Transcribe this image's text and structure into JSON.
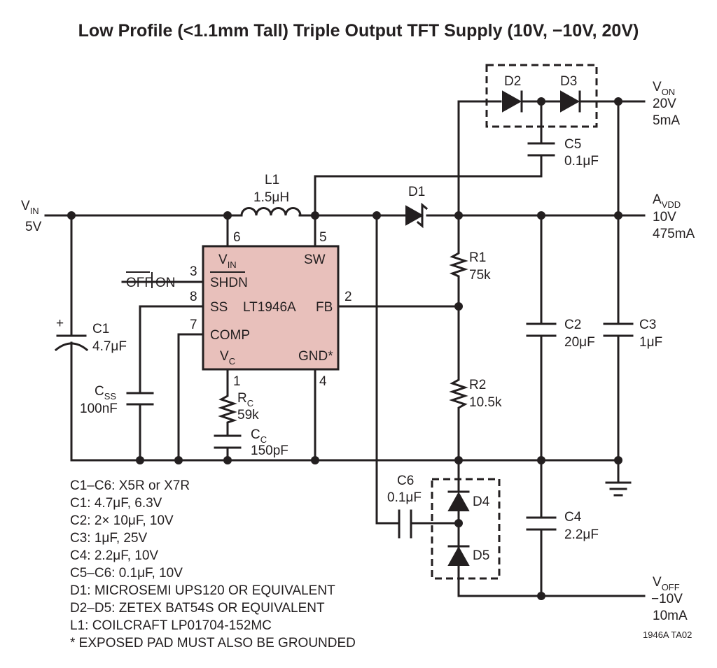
{
  "title": "Low Profile (<1.1mm Tall) Triple Output TFT Supply (10V, −10V, 20V)",
  "ic": {
    "name": "LT1946A",
    "pins": {
      "vin": {
        "label": "V",
        "sub": "IN",
        "num": "6"
      },
      "sw": {
        "label": "SW",
        "num": "5"
      },
      "shdn": {
        "label": "SHDN",
        "num": "3"
      },
      "ss": {
        "label": "SS",
        "num": "8"
      },
      "fb": {
        "label": "FB",
        "num": "2"
      },
      "comp": {
        "label": "COMP",
        "num": "7"
      },
      "vc": {
        "label": "V",
        "sub": "C",
        "num": "1"
      },
      "gnd": {
        "label": "GND*",
        "num": "4"
      }
    }
  },
  "off_on": {
    "off": "OFF",
    "on": "ON"
  },
  "input": {
    "name": "V",
    "sub": "IN",
    "voltage": "5V"
  },
  "outputs": {
    "von": {
      "name": "V",
      "sub": "ON",
      "voltage": "20V",
      "current": "5mA"
    },
    "avdd": {
      "name": "A",
      "sub": "VDD",
      "voltage": "10V",
      "current": "475mA"
    },
    "voff": {
      "name": "V",
      "sub": "OFF",
      "voltage": "−10V",
      "current": "10mA"
    }
  },
  "components": {
    "l1": {
      "ref": "L1",
      "value": "1.5μH"
    },
    "d1": {
      "ref": "D1"
    },
    "d2": {
      "ref": "D2"
    },
    "d3": {
      "ref": "D3"
    },
    "d4": {
      "ref": "D4"
    },
    "d5": {
      "ref": "D5"
    },
    "c1": {
      "ref": "C1",
      "value": "4.7μF"
    },
    "c2": {
      "ref": "C2",
      "value": "20μF"
    },
    "c3": {
      "ref": "C3",
      "value": "1μF"
    },
    "c4": {
      "ref": "C4",
      "value": "2.2μF"
    },
    "c5": {
      "ref": "C5",
      "value": "0.1μF"
    },
    "c6": {
      "ref": "C6",
      "value": "0.1μF"
    },
    "css": {
      "ref": "C",
      "sub": "SS",
      "value": "100nF"
    },
    "cc": {
      "ref": "C",
      "sub": "C",
      "value": "150pF"
    },
    "r1": {
      "ref": "R1",
      "value": "75k"
    },
    "r2": {
      "ref": "R2",
      "value": "10.5k"
    },
    "rc": {
      "ref": "R",
      "sub": "C",
      "value": "59k"
    },
    "c1_plus": "+"
  },
  "notes": [
    "C1–C6: X5R or X7R",
    "C1: 4.7μF, 6.3V",
    "C2: 2× 10μF, 10V",
    "C3: 1μF, 25V",
    "C4: 2.2μF, 10V",
    "C5–C6: 0.1μF, 10V",
    "D1: MICROSEMI UPS120 OR EQUIVALENT",
    "D2–D5: ZETEX BAT54S OR EQUIVALENT",
    "L1: COILCRAFT LP01704-152MC",
    "* EXPOSED PAD MUST ALSO BE GROUNDED"
  ],
  "figure_id": "1946A TA02"
}
